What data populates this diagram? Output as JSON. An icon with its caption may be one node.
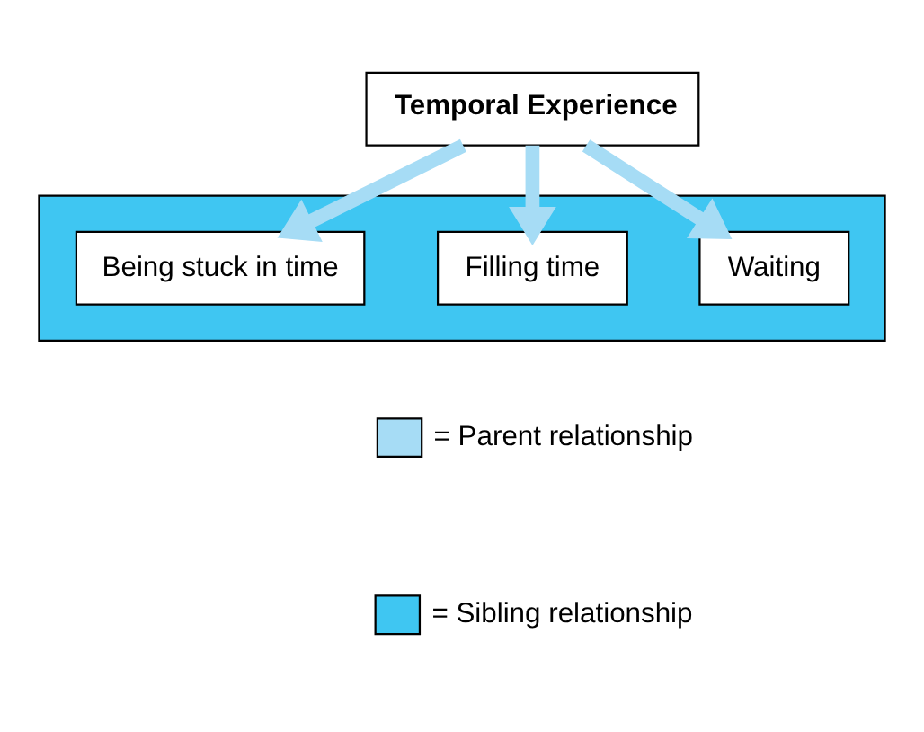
{
  "diagram": {
    "nodes": [
      {
        "text": [
          "Temporal Experience"
        ]
      },
      {
        "text": [],
        "shape": "box"
      },
      {
        "text": [
          "Waiting"
        ],
        "in": 1
      },
      {
        "text": [
          "Filling time"
        ],
        "in": 1
      },
      {
        "text": [
          "Being stuck in time"
        ],
        "in": 1
      }
    ],
    "edges": [
      {
        "from": 0,
        "to": 2,
        "arrow": "to"
      },
      {
        "from": 0,
        "to": 3,
        "arrow": "to"
      },
      {
        "from": 0,
        "to": 4,
        "arrow": "to"
      }
    ],
    "legend": [
      {
        "text": "= Parent relationship",
        "color": "#a6dcf5"
      },
      {
        "text": "= Sibling relationship",
        "color": "#3fc6f2"
      }
    ]
  }
}
